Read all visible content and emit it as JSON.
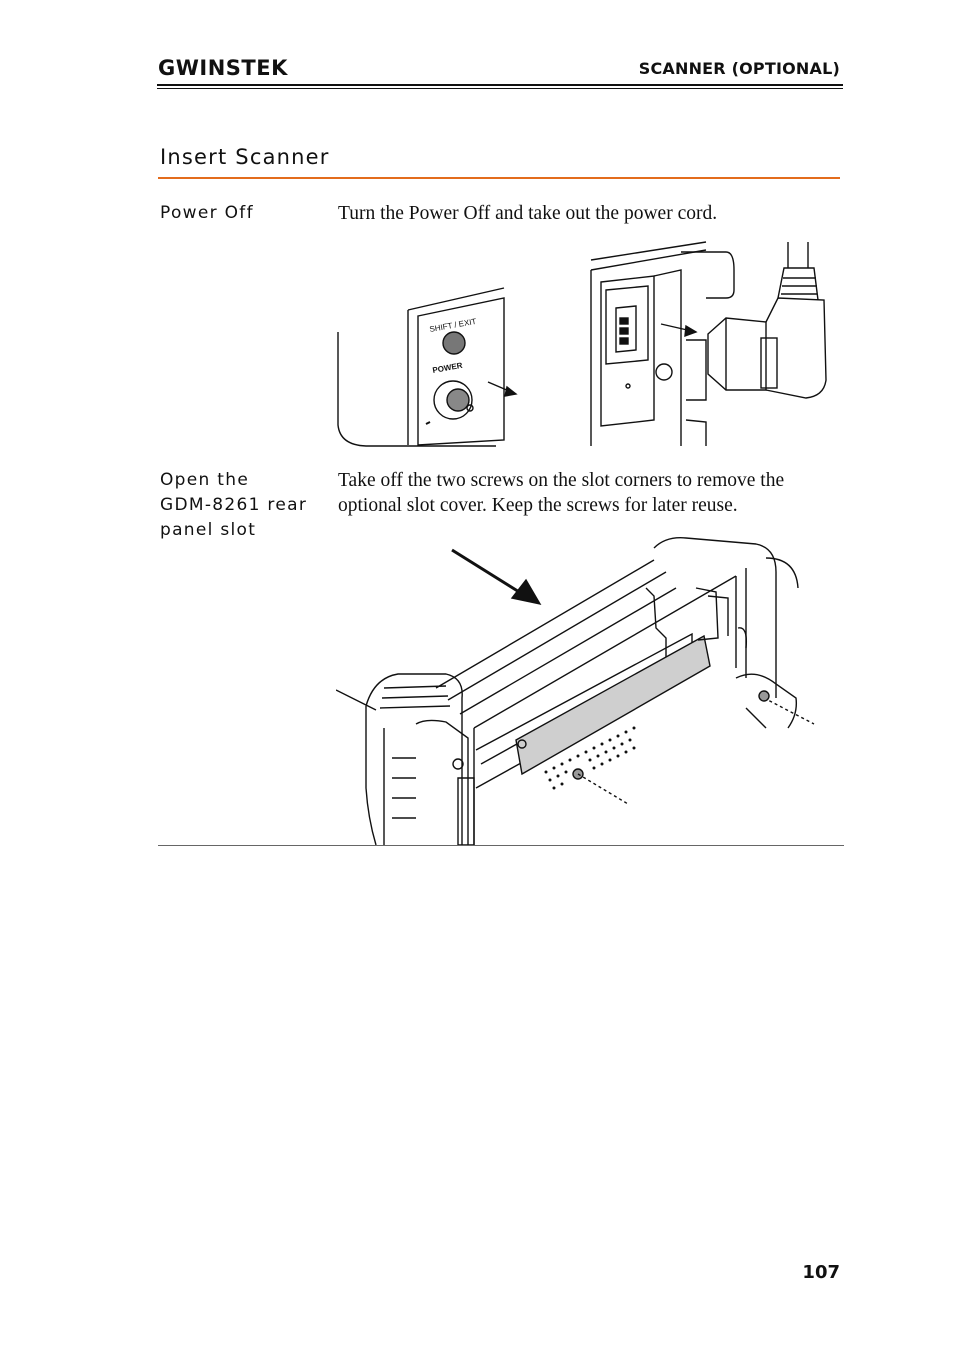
{
  "header": {
    "logo": "GWINSTEK",
    "section": "SCANNER (OPTIONAL)"
  },
  "title": "Insert Scanner",
  "steps": [
    {
      "label": "Power Off",
      "text": "Turn the Power Off  and take out the power cord."
    },
    {
      "label": "Open the\nGDM-8261 rear\npanel slot",
      "text": "Take off  the two screws on the slot corners to remove the optional slot cover. Keep the screws for later reuse."
    }
  ],
  "figure1": {
    "shift_label": "SHIFT / EXIT",
    "power_label": "POWER"
  },
  "page_number": "107"
}
